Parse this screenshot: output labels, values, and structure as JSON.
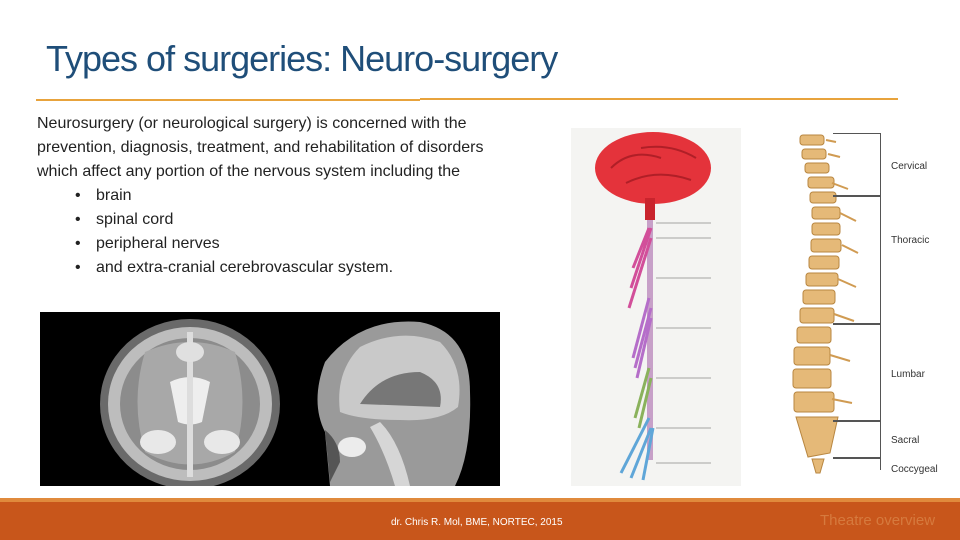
{
  "slide": {
    "title": "Types of surgeries:  Neuro-surgery",
    "intro": "Neurosurgery (or neurological surgery) is concerned with the prevention, diagnosis, treatment, and rehabilitation of disorders which affect any portion of the nervous system including the",
    "bullets": [
      "brain",
      "spinal cord",
      "peripheral nerves",
      "and extra-cranial cerebrovascular system."
    ]
  },
  "spine_labels": {
    "cervical": "Cervical",
    "thoracic": "Thoracic",
    "lumbar": "Lumbar",
    "sacral": "Sacral",
    "coccygeal": "Coccygeal"
  },
  "footer": {
    "credit": "dr. Chris R. Mol, BME, NORTEC, 2015",
    "section": "Theatre overview"
  },
  "colors": {
    "title": "#1f4e79",
    "accent_rule": "#e8a33c",
    "footer_bar": "#c8561b",
    "section_text": "#d67a3e"
  }
}
